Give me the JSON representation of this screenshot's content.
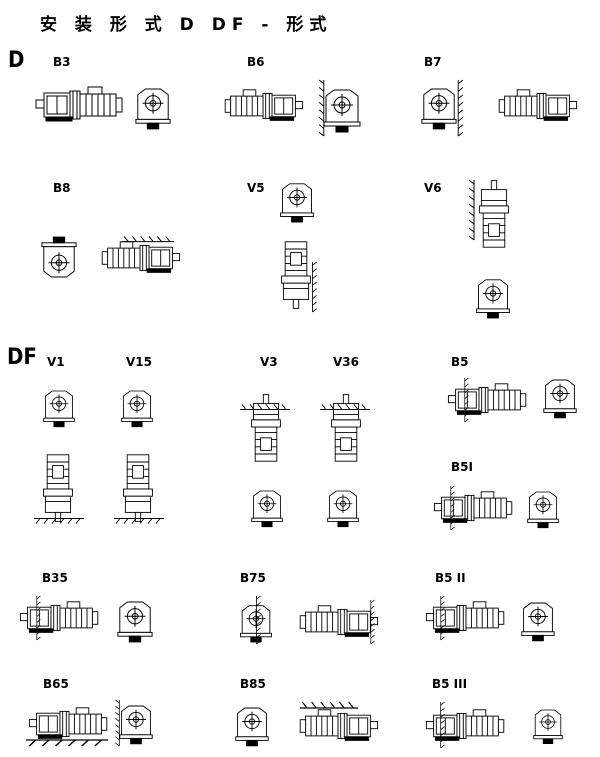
{
  "title": "安 装 形 式   D  DF - 形式",
  "groups": {
    "d": "D",
    "df": "DF"
  },
  "labels": {
    "B3": "B3",
    "B6": "B6",
    "B7": "B7",
    "B8": "B8",
    "V5": "V5",
    "V6": "V6",
    "V1": "V1",
    "V15": "V15",
    "V3": "V3",
    "V36": "V36",
    "B5": "B5",
    "B5I": "B5I",
    "B35": "B35",
    "B75": "B75",
    "B5II": "B5 II",
    "B65": "B65",
    "B85": "B85",
    "B5III": "B5 III"
  }
}
